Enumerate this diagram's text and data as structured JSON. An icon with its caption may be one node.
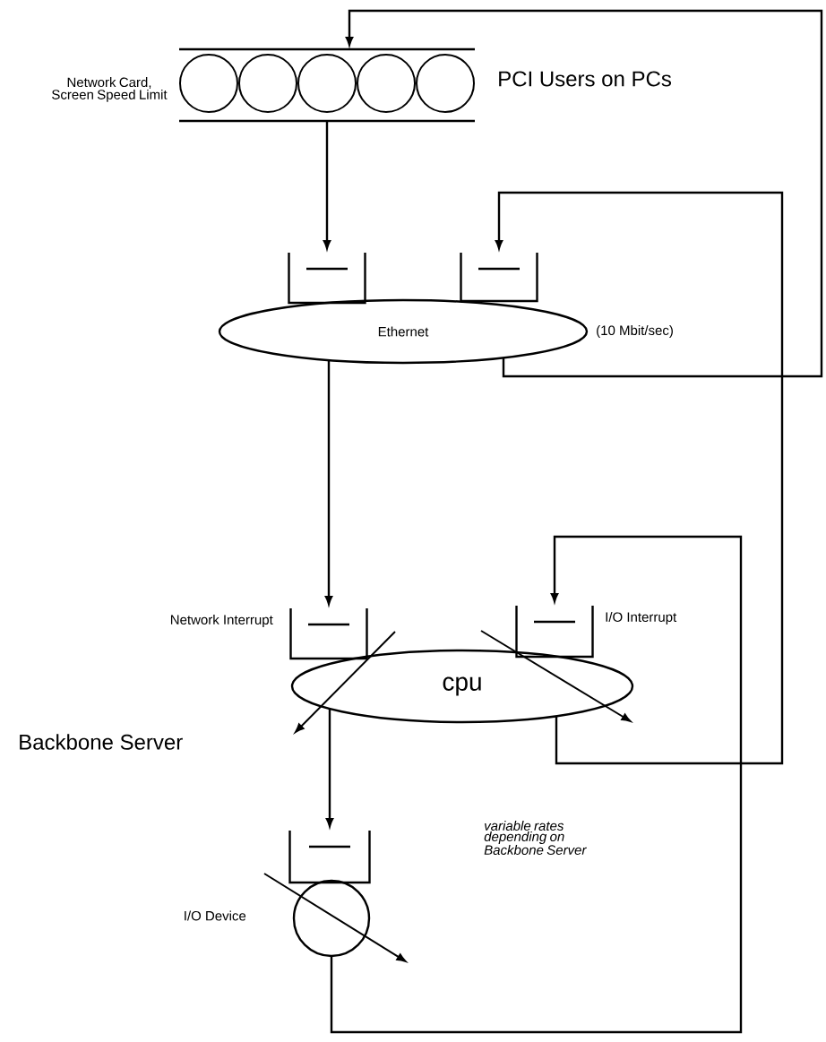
{
  "diagram": {
    "nodes": [
      {
        "text": [],
        "shape": "circle",
        "beside": [
          "Network Card, Screen Speed Limit",
          "PCI Users on PCs"
        ]
      },
      {
        "text": [],
        "shape": "box"
      },
      {
        "text": [],
        "shape": "box"
      },
      {
        "text": [
          "Ethernet"
        ],
        "beside": [
          "(10 Mbit/sec)"
        ]
      },
      {
        "text": [],
        "shape": "box",
        "beside": [
          "Network Interrupt"
        ]
      },
      {
        "text": [],
        "shape": "box",
        "beside": [
          "I/O Interrupt"
        ]
      },
      {
        "text": [
          "cpu"
        ]
      },
      {
        "text": [],
        "shape": "box"
      },
      {
        "text": [],
        "shape": "circle",
        "beside": [
          "I/O Device"
        ]
      }
    ],
    "edges": [
      {
        "from": 0,
        "to": 1,
        "arrow": "to"
      },
      {
        "from": 3,
        "to": 0,
        "arrow": "to"
      },
      {
        "from": 3,
        "to": 4,
        "arrow": "to"
      },
      {
        "from": 6,
        "to": 2,
        "arrow": "to"
      },
      {
        "from": 6,
        "to": 7,
        "arrow": "to"
      },
      {
        "from": 8,
        "to": 5,
        "arrow": "to"
      }
    ],
    "labels": [
      "Backbone Server",
      "variable rates depending on Backbone Server"
    ]
  }
}
